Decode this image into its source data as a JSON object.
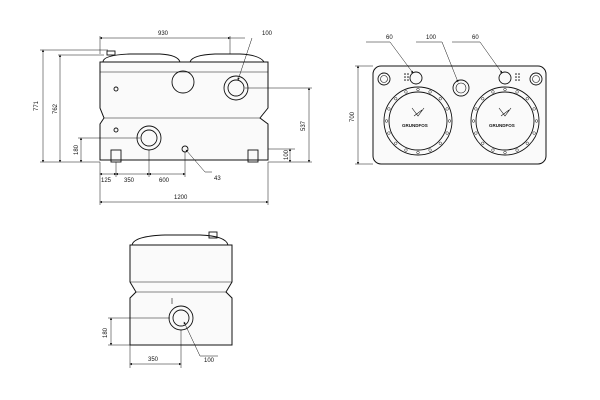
{
  "front_view": {
    "dims": {
      "width_top": "930",
      "inlet_diameter": "100",
      "total_height": "771",
      "height_762": "762",
      "height_537": "537",
      "height_180": "180",
      "height_100": "100",
      "horizontal_125": "125",
      "horizontal_350": "350",
      "horizontal_600": "600",
      "diameter_43": "43",
      "total_width": "1200"
    }
  },
  "top_view": {
    "dims": {
      "left_port": "60",
      "middle_port": "100",
      "right_port": "60",
      "depth": "700"
    },
    "logo_text": "GRUNDFOS"
  },
  "side_view": {
    "dims": {
      "height_180": "180",
      "width_350": "350",
      "diameter_100": "100"
    }
  }
}
